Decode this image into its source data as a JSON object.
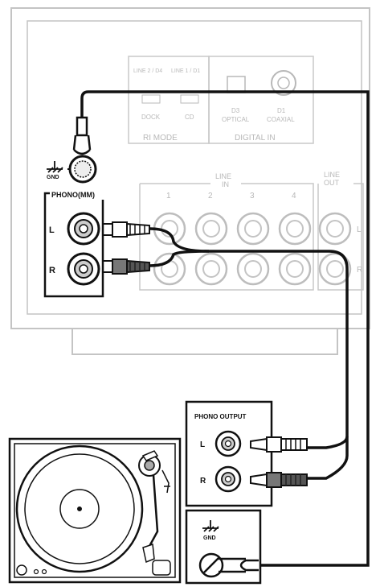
{
  "receiver": {
    "ri_mode": {
      "line2_label": "LINE 2 / D4",
      "line1_label": "LINE 1 / D1",
      "left_switch": "DOCK",
      "right_switch": "CD",
      "section_label": "RI MODE"
    },
    "digital_in": {
      "optical_label": "D3",
      "optical_sub": "OPTICAL",
      "coaxial_label": "D1",
      "coaxial_sub": "COAXIAL",
      "section_label": "DIGITAL IN"
    },
    "gnd_label": "GND",
    "phono_label": "PHONO(MM)",
    "channel_l": "L",
    "channel_r": "R",
    "line_in_label_top": "LINE",
    "line_in_label_bottom": "IN",
    "line_in_numbers": [
      "1",
      "2",
      "3",
      "4"
    ],
    "line_out_label_top": "LINE",
    "line_out_label_bottom": "OUT",
    "line_out_l": "L",
    "line_out_r": "R"
  },
  "turntable": {
    "phono_output_label": "PHONO OUTPUT",
    "channel_l": "L",
    "channel_r": "R",
    "gnd_label": "GND"
  },
  "colors": {
    "line_art": "#111111",
    "faded_art": "#bdbdbd",
    "panel_fill": "#ffffff"
  }
}
